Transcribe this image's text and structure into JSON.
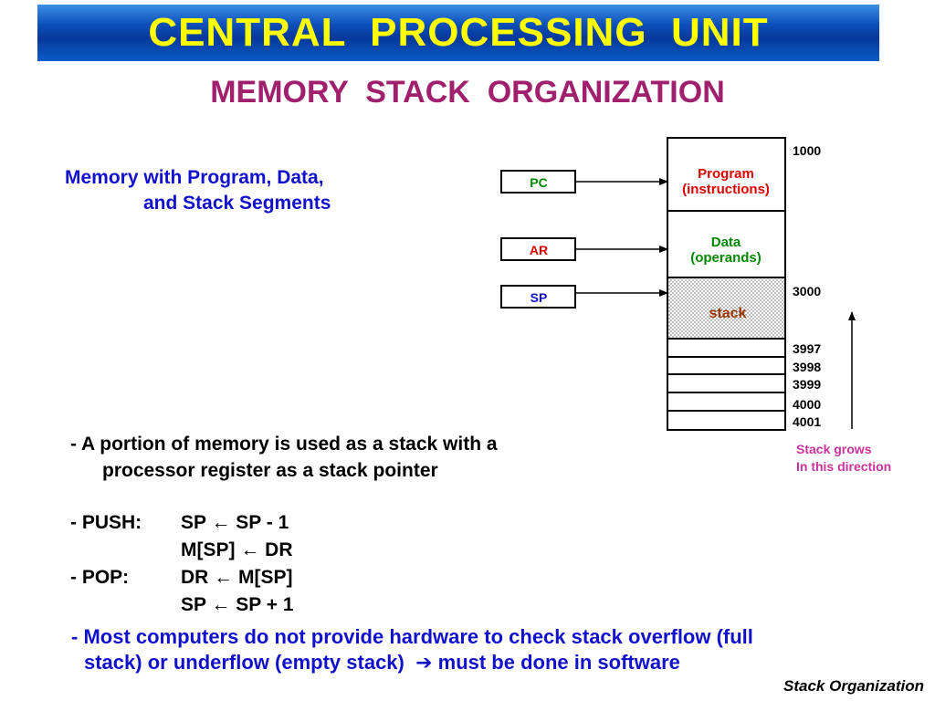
{
  "header": {
    "title": "CENTRAL  PROCESSING  UNIT"
  },
  "subtitle": "MEMORY  STACK  ORGANIZATION",
  "description": {
    "line1": "Memory with Program, Data,",
    "line2": "and Stack Segments"
  },
  "registers": {
    "pc": "PC",
    "ar": "AR",
    "sp": "SP"
  },
  "memory": {
    "program_line1": "Program",
    "program_line2": "(instructions)",
    "data_line1": "Data",
    "data_line2": "(operands)",
    "stack_label": "stack",
    "addresses": {
      "a1000": "1000",
      "a3000": "3000",
      "a3997": "3997",
      "a3998": "3998",
      "a3999": "3999",
      "a4000": "4000",
      "a4001": "4001"
    }
  },
  "stack_direction": {
    "line1": "Stack grows",
    "line2": "In this direction"
  },
  "bullets": {
    "b1_line1": "- A portion of memory is used as a stack with a",
    "b1_line2": "processor register as a stack pointer",
    "push_label": "- PUSH:",
    "push_op1": "SP ← SP - 1",
    "push_op2": "M[SP] ← DR",
    "pop_label": "- POP:",
    "pop_op1": "DR ← M[SP]",
    "pop_op2": "SP ← SP + 1"
  },
  "note": {
    "line1": "- Most computers do not provide hardware to check stack overflow (full",
    "line2": "stack) or underflow (empty stack)  ➔ must be done in software"
  },
  "footer": "Stack Organization",
  "colors": {
    "banner": "#0a4fbf",
    "title": "#ffff00",
    "subtitle": "#a0206e",
    "blue_text": "#1111cc",
    "green_text": "#008800",
    "red_text": "#dd0000",
    "magenta_text": "#cc3399",
    "stack_text": "#993300"
  }
}
